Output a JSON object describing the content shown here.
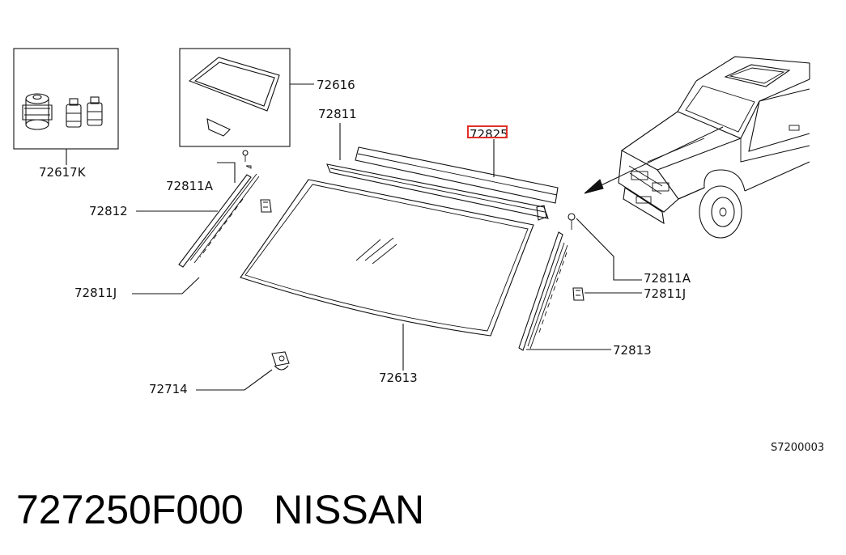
{
  "colors": {
    "line": "#111111",
    "highlight": "#e0302a",
    "background": "#ffffff"
  },
  "labels": {
    "p72617K": "72617K",
    "p72616": "72616",
    "p72811": "72811",
    "p72825": "72825",
    "p72811A_left": "72811A",
    "p72812": "72812",
    "p72811J_left": "72811J",
    "p72811A_right": "72811A",
    "p72811J_right": "72811J",
    "p72813": "72813",
    "p72613": "72613",
    "p72714": "72714"
  },
  "highlighted_part": "72825",
  "diagram_ref": "S7200003",
  "footer": {
    "part_number": "727250F000",
    "brand": "NISSAN"
  }
}
